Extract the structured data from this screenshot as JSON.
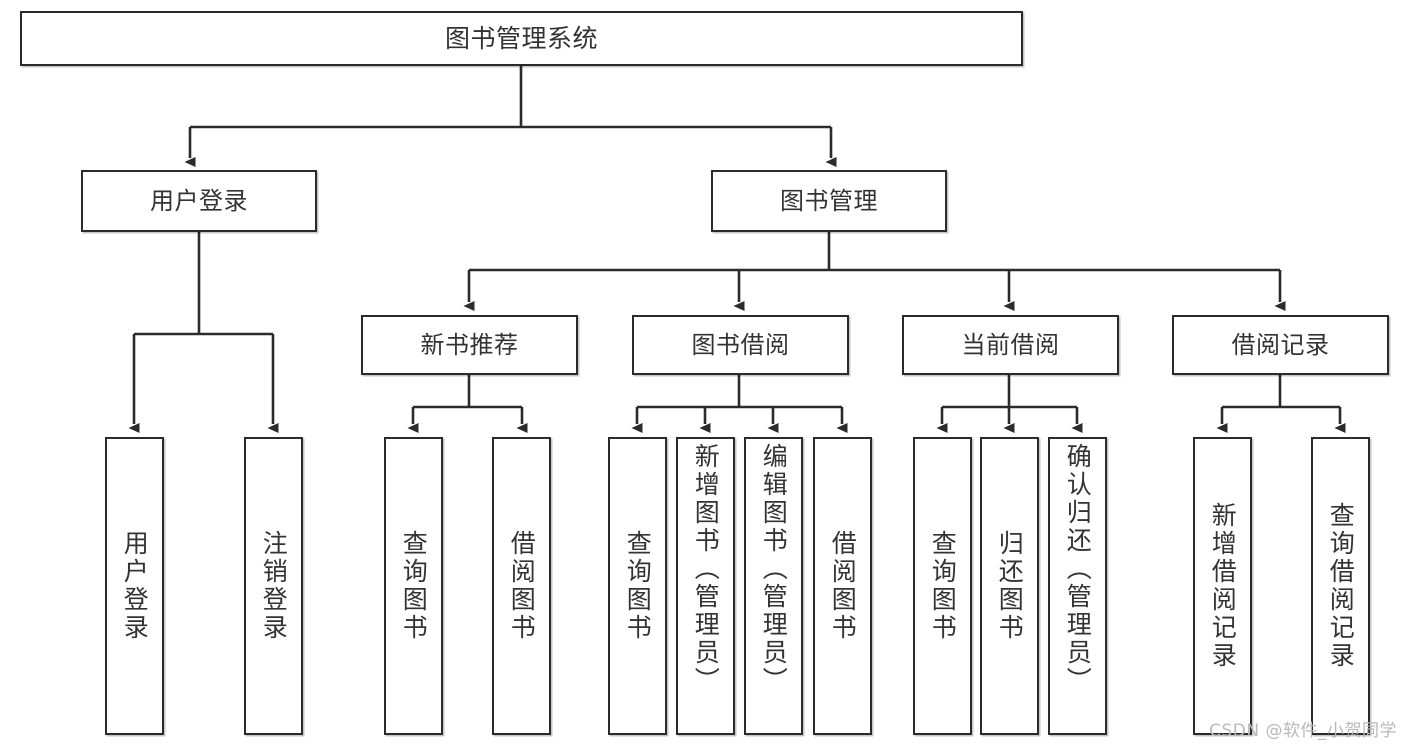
{
  "diagram": {
    "title": "图书管理系统",
    "type": "tree-hierarchy",
    "watermark": "CSDN @软件_小贺同学",
    "colors": {
      "stroke": "#2b2b2b",
      "text": "#333333",
      "background": "#ffffff",
      "watermark": "#b9b9b9"
    },
    "root": {
      "label": "图书管理系统"
    },
    "level2": [
      {
        "label": "用户登录"
      },
      {
        "label": "图书管理"
      }
    ],
    "level3": [
      {
        "label": "新书推荐"
      },
      {
        "label": "图书借阅"
      },
      {
        "label": "当前借阅"
      },
      {
        "label": "借阅记录"
      }
    ],
    "leaves": {
      "user_login": [
        {
          "label": "用户登录"
        },
        {
          "label": "注销登录"
        }
      ],
      "new_book_recommend": [
        {
          "label": "查询图书"
        },
        {
          "label": "借阅图书"
        }
      ],
      "book_borrow": [
        {
          "label": "查询图书"
        },
        {
          "label": "新增图书（管理员）"
        },
        {
          "label": "编辑图书（管理员）"
        },
        {
          "label": "借阅图书"
        }
      ],
      "current_borrow": [
        {
          "label": "查询图书"
        },
        {
          "label": "归还图书"
        },
        {
          "label": "确认归还（管理员）"
        }
      ],
      "borrow_record": [
        {
          "label": "新增借阅记录"
        },
        {
          "label": "查询借阅记录"
        }
      ]
    }
  }
}
